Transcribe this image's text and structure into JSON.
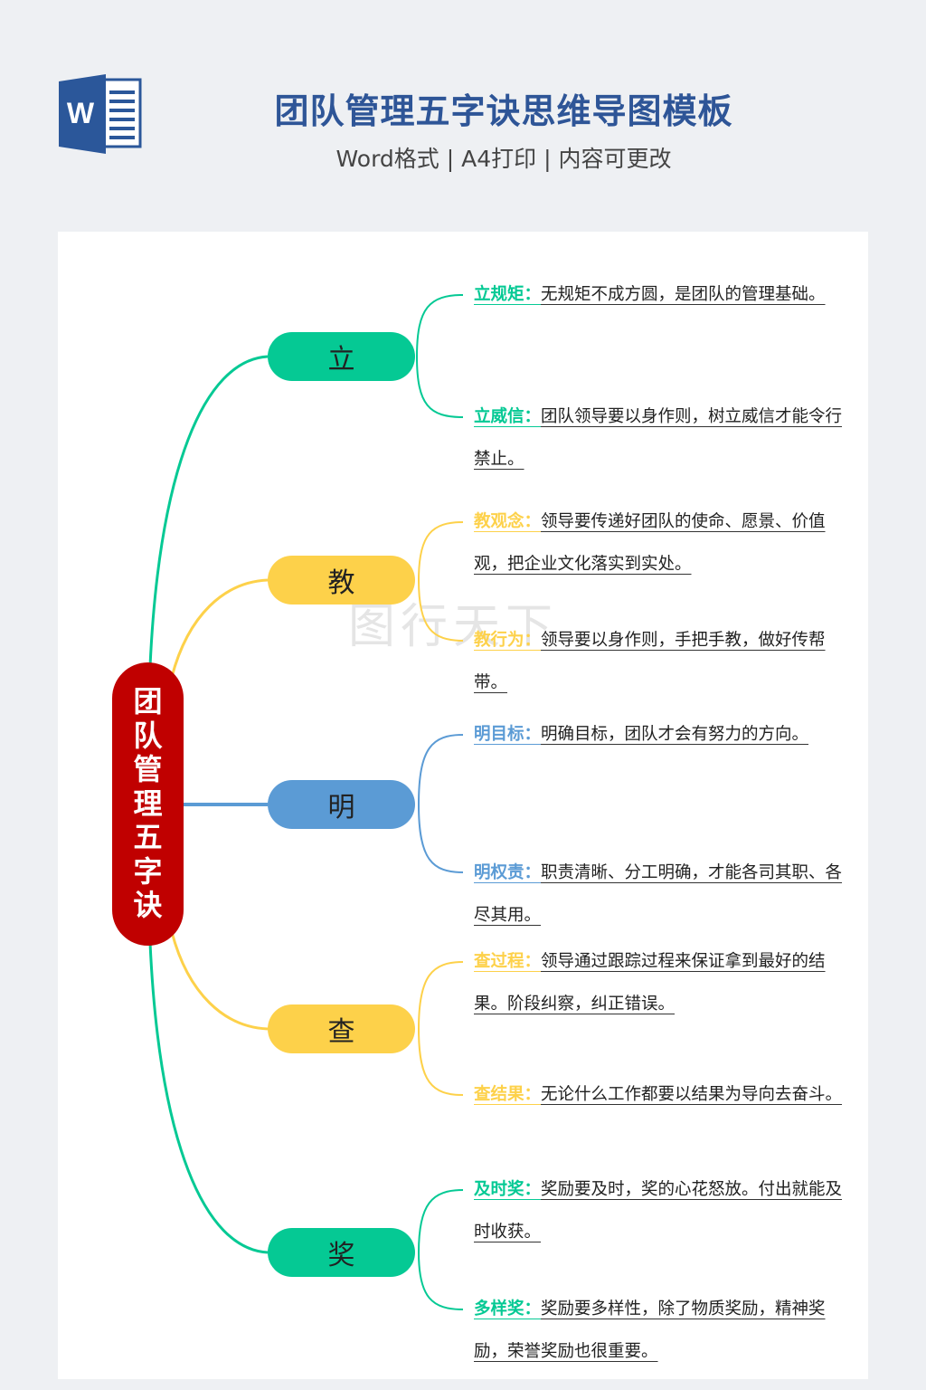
{
  "header": {
    "title": "团队管理五字诀思维导图模板",
    "subtitle": "Word格式 | A4打印 | 内容可更改",
    "icon": "word-document-icon",
    "icon_letter": "W"
  },
  "colors": {
    "teal": "#05c994",
    "yellow": "#fdd14a",
    "blue": "#5b9bd5",
    "red": "#c00000",
    "title": "#2e5597"
  },
  "watermark": "图行天下",
  "root": {
    "chars": [
      "团",
      "队",
      "管",
      "理",
      "五",
      "字",
      "诀"
    ]
  },
  "branches": [
    {
      "label": "立",
      "color": "#05c994",
      "items": [
        {
          "label": "立规矩：",
          "text": "无规矩不成方圆，是团队的管理基础。"
        },
        {
          "label": "立威信：",
          "text": "团队领导要以身作则，树立威信才能令行禁止。"
        }
      ]
    },
    {
      "label": "教",
      "color": "#fdd14a",
      "items": [
        {
          "label": "教观念：",
          "text": "领导要传递好团队的使命、愿景、价值观，把企业文化落实到实处。"
        },
        {
          "label": "教行为：",
          "text": "领导要以身作则，手把手教，做好传帮带。"
        }
      ]
    },
    {
      "label": "明",
      "color": "#5b9bd5",
      "items": [
        {
          "label": "明目标：",
          "text": "明确目标，团队才会有努力的方向。"
        },
        {
          "label": "明权责：",
          "text": "职责清晰、分工明确，才能各司其职、各尽其用。"
        }
      ]
    },
    {
      "label": "查",
      "color": "#fdd14a",
      "items": [
        {
          "label": "查过程：",
          "text": "领导通过跟踪过程来保证拿到最好的结果。阶段纠察，纠正错误。"
        },
        {
          "label": "查结果：",
          "text": "无论什么工作都要以结果为导向去奋斗。"
        }
      ]
    },
    {
      "label": "奖",
      "color": "#05c994",
      "items": [
        {
          "label": "及时奖：",
          "text": "奖励要及时，奖的心花怒放。付出就能及时收获。"
        },
        {
          "label": "多样奖：",
          "text": "奖励要多样性，除了物质奖励，精神奖励，荣誉奖励也很重要。"
        }
      ]
    }
  ]
}
